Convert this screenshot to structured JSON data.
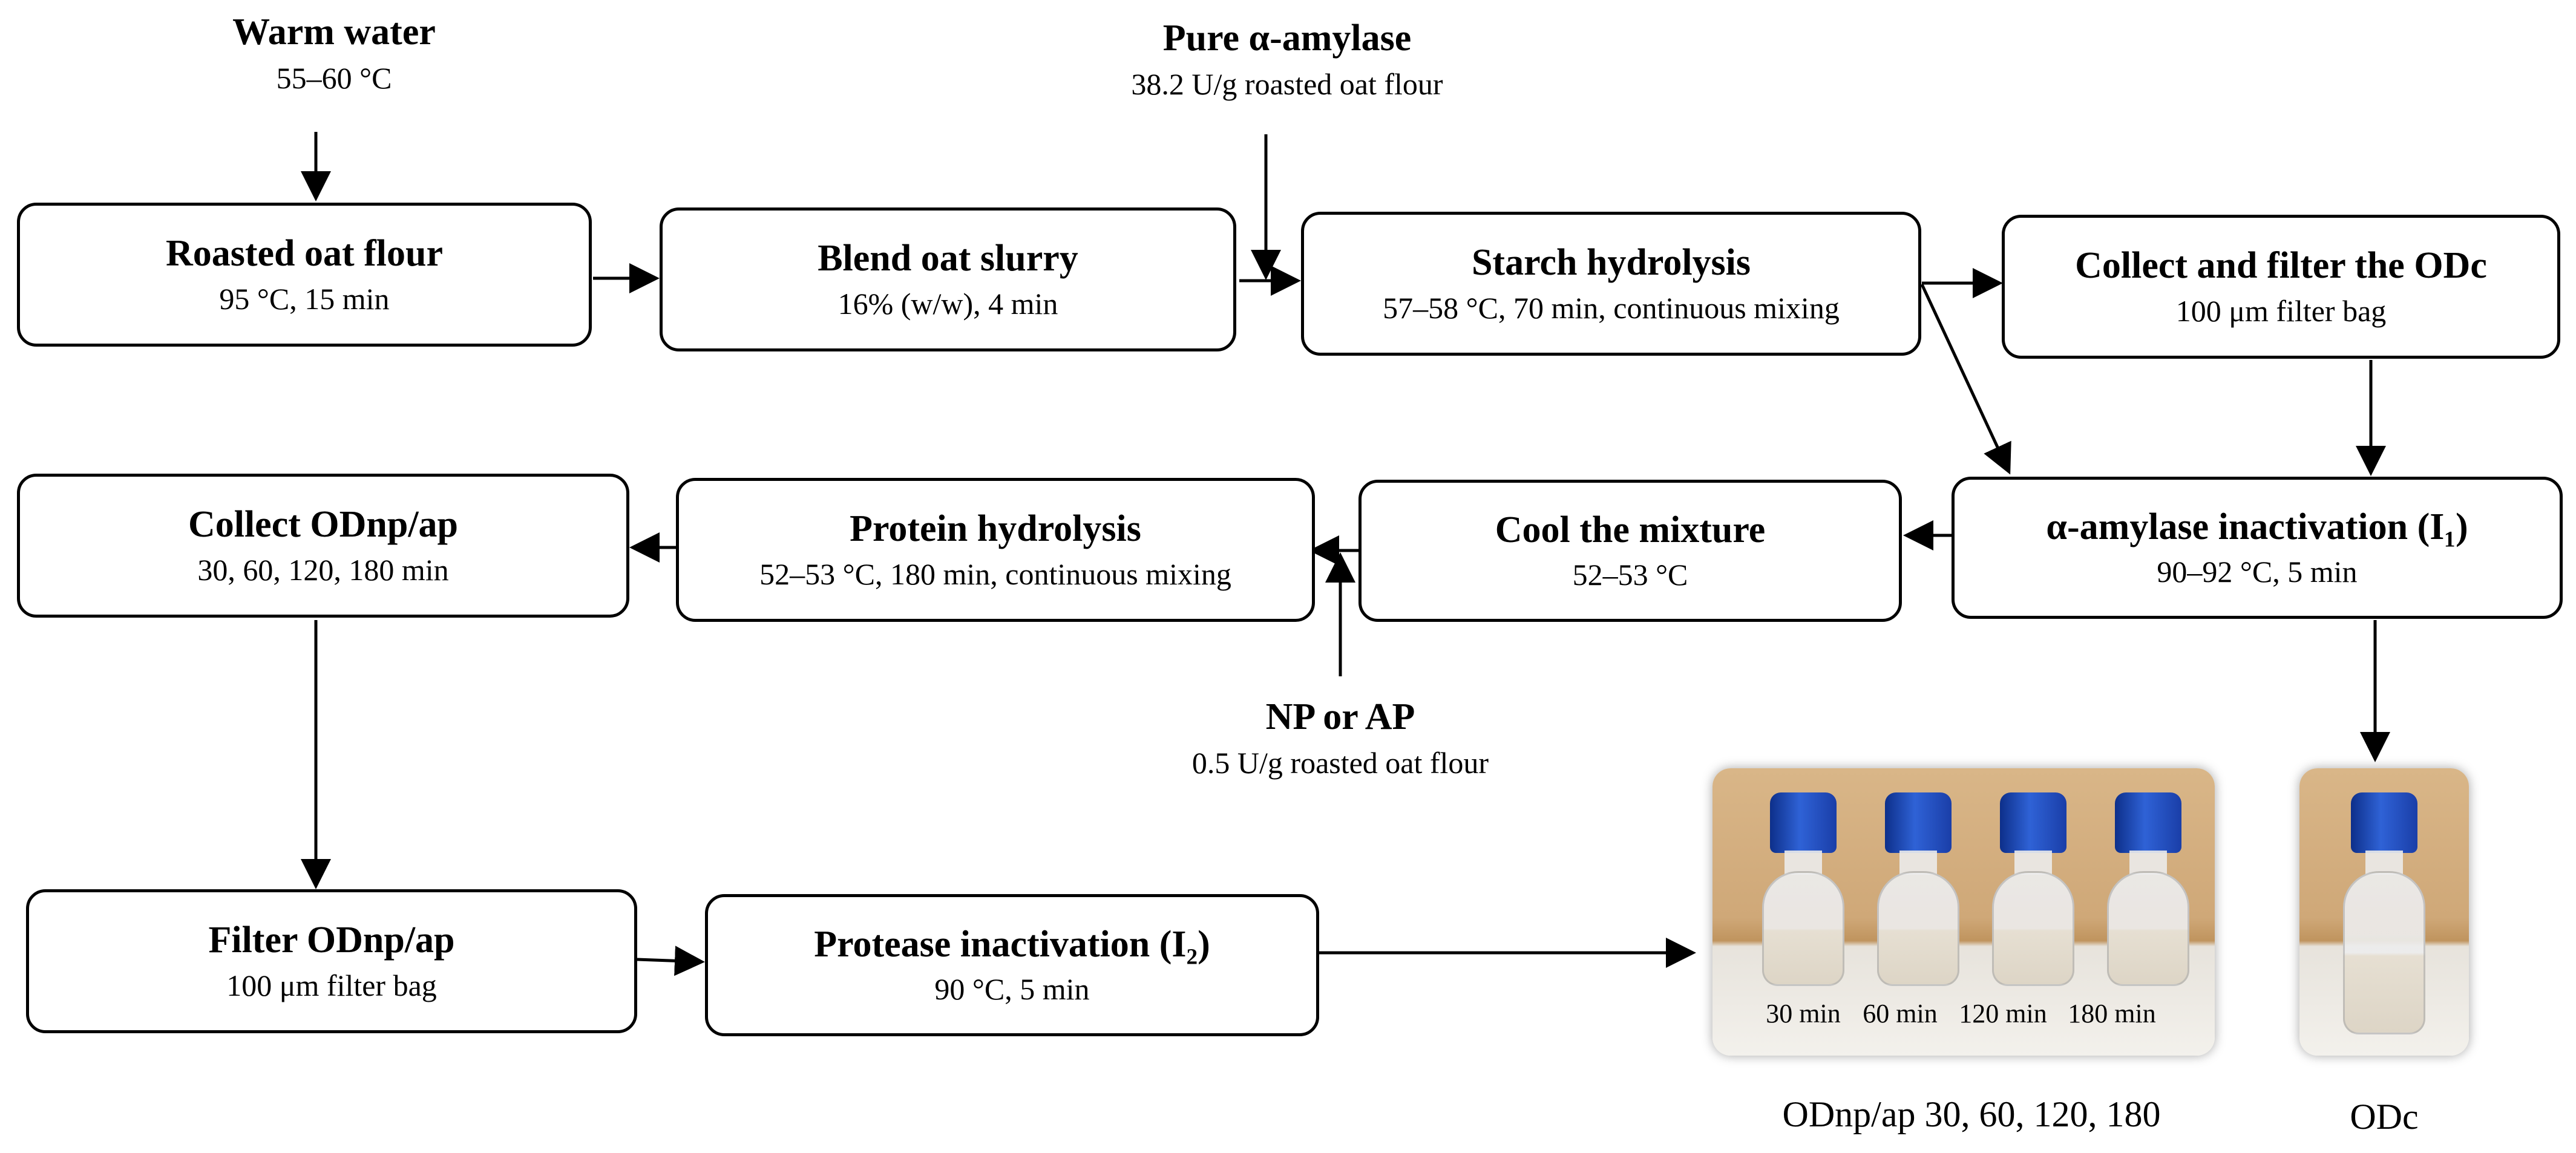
{
  "inputs": {
    "warm_water": {
      "title": "Warm water",
      "detail": "55–60 °C"
    },
    "alpha_amylase": {
      "title": "Pure α-amylase",
      "detail": "38.2 U/g roasted oat flour"
    },
    "protease": {
      "title": "NP or AP",
      "detail": "0.5 U/g roasted oat flour"
    }
  },
  "steps": {
    "roasted_oat_flour": {
      "title": "Roasted oat flour",
      "detail": "95 °C, 15 min"
    },
    "blend_oat_slurry": {
      "title": "Blend oat slurry",
      "detail": "16% (w/w), 4 min"
    },
    "starch_hydrolysis": {
      "title": "Starch hydrolysis",
      "detail": "57–58 °C, 70 min, continuous mixing"
    },
    "collect_filter_odc": {
      "title": "Collect and filter the ODc",
      "detail": "100 μm filter bag"
    },
    "amylase_inactivation": {
      "title": "α-amylase inactivation (I₁)",
      "detail": "90–92 °C, 5 min"
    },
    "cool_mixture": {
      "title": "Cool the mixture",
      "detail": "52–53 °C"
    },
    "protein_hydrolysis": {
      "title": "Protein hydrolysis",
      "detail": "52–53 °C, 180 min, continuous mixing"
    },
    "collect_odnp": {
      "title": "Collect ODnp/ap",
      "detail": "30, 60, 120, 180 min"
    },
    "filter_odnp": {
      "title": "Filter ODnp/ap",
      "detail": "100 μm filter bag"
    },
    "protease_inactivation": {
      "title": "Protease inactivation (I₂)",
      "detail": "90 °C, 5 min"
    }
  },
  "photos": {
    "samples": {
      "labels": [
        "30 min",
        "60 min",
        "120 min",
        "180 min"
      ],
      "caption": "ODnp/ap 30, 60, 120, 180"
    },
    "control": {
      "caption": "ODc"
    }
  },
  "colors": {
    "line": "#000000",
    "cap": "#1f4fc4"
  }
}
